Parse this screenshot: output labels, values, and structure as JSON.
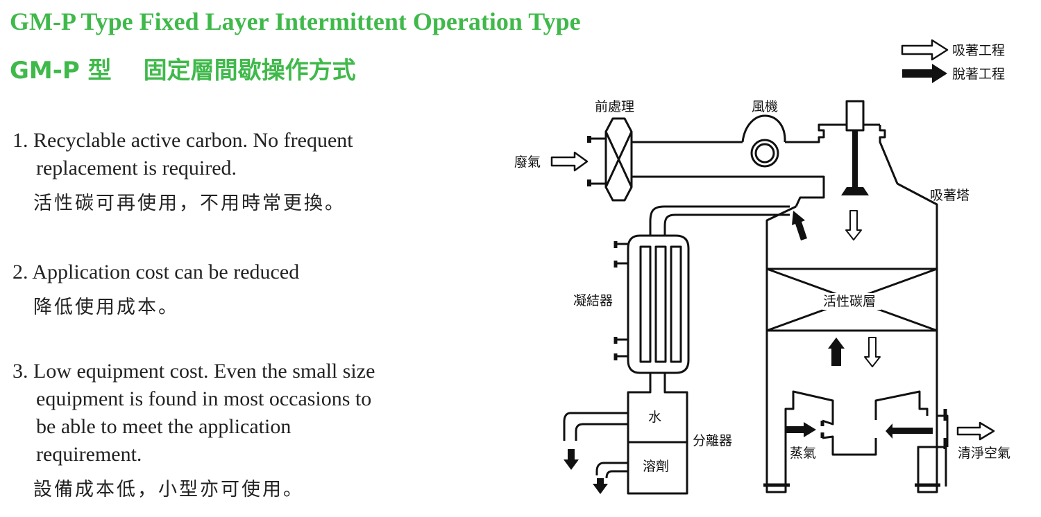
{
  "header": {
    "title_en": "GM-P Type Fixed Layer Intermittent Operation Type",
    "title_zh_model": "GM-P 型",
    "title_zh_text": "固定層間歇操作方式"
  },
  "features": [
    {
      "en": "1. Recyclable active carbon. No frequent\nreplacement is required.",
      "zh": "活性碳可再使用，不用時常更換。"
    },
    {
      "en": "2. Application cost can be reduced",
      "zh": "降低使用成本。"
    },
    {
      "en": "3. Low equipment cost. Even the small size\nequipment is found in most occasions to\nbe able to meet the application\nrequirement.",
      "zh": "設備成本低，小型亦可使用。"
    }
  ],
  "legend": {
    "adsorption": "吸著工程",
    "desorption": "脫著工程"
  },
  "labels": {
    "pretreatment": "前處理",
    "fan": "風機",
    "waste_gas": "廢氣",
    "adsorption_tower": "吸著塔",
    "condenser": "凝結器",
    "carbon_layer": "活性碳層",
    "water": "水",
    "solvent": "溶劑",
    "separator": "分離器",
    "steam": "蒸氣",
    "clean_air": "清淨空氣"
  },
  "colors": {
    "title_green": "#3fb94a",
    "line": "#111111"
  }
}
